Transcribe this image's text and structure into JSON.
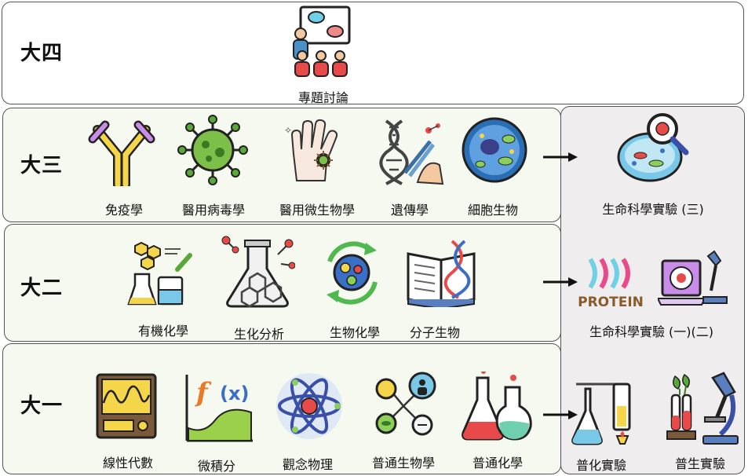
{
  "rows": {
    "year4": {
      "label": "大四",
      "courses": [
        {
          "name": "專題討論",
          "icon": "seminar-discussion-icon"
        }
      ]
    },
    "year3": {
      "label": "大三",
      "courses": [
        {
          "name": "免疫學",
          "icon": "antibody-icon"
        },
        {
          "name": "醫用病毒學",
          "icon": "virus-icon"
        },
        {
          "name": "醫用微生物學",
          "icon": "hand-microbe-icon"
        },
        {
          "name": "遺傳學",
          "icon": "dna-tweezers-icon"
        },
        {
          "name": "細胞生物",
          "icon": "cell-icon"
        }
      ]
    },
    "year2": {
      "label": "大二",
      "courses": [
        {
          "name": "有機化學",
          "icon": "beakers-molecule-icon"
        },
        {
          "name": "生化分析",
          "icon": "flask-network-icon"
        },
        {
          "name": "生物化學",
          "icon": "cycle-molecule-icon"
        },
        {
          "name": "分子生物",
          "icon": "book-dna-icon"
        }
      ]
    },
    "year1": {
      "label": "大一",
      "courses": [
        {
          "name": "線性代數",
          "icon": "oscilloscope-icon"
        },
        {
          "name": "微積分",
          "icon": "function-graph-icon"
        },
        {
          "name": "觀念物理",
          "icon": "atom-icon"
        },
        {
          "name": "普通生物學",
          "icon": "biology-network-icon"
        },
        {
          "name": "普通化學",
          "icon": "flasks-icon"
        }
      ]
    }
  },
  "labs": {
    "lab3": {
      "name": "生命科學實驗 (三)",
      "icon": "microbe-magnifier-icon"
    },
    "lab12": {
      "name": "生命科學實驗 (一)(二)",
      "protein_text": "PROTEIN",
      "icons": [
        "protein-icon",
        "microscope-laptop-icon"
      ]
    },
    "chem_lab": {
      "name": "普化實驗",
      "icon": "distillation-icon"
    },
    "bio_lab": {
      "name": "普生實驗",
      "icon": "microscope-plants-icon"
    }
  },
  "colors": {
    "panel_green": "#f5f9ef",
    "panel_gray": "#efeded",
    "border": "#555555"
  }
}
